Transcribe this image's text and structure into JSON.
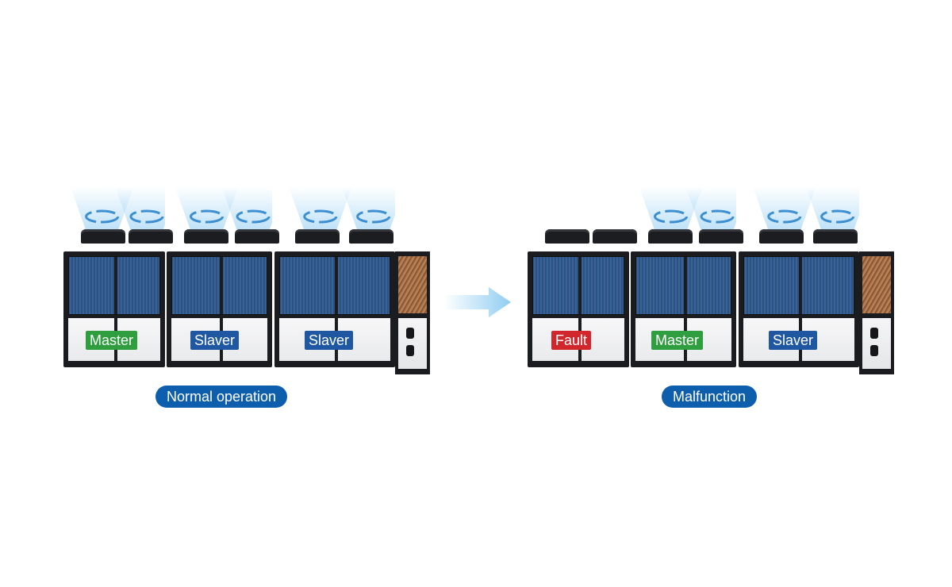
{
  "normal": {
    "caption": "Normal operation",
    "units": [
      {
        "role": "Master",
        "status": "running"
      },
      {
        "role": "Slaver",
        "status": "running"
      },
      {
        "role": "Slaver",
        "status": "running"
      }
    ]
  },
  "malfunction": {
    "caption": "Malfunction",
    "units": [
      {
        "role": "Fault",
        "status": "stopped"
      },
      {
        "role": "Master",
        "status": "running"
      },
      {
        "role": "Slaver",
        "status": "running"
      }
    ]
  },
  "colors": {
    "master": "#2e9e3f",
    "slaver": "#1f57a3",
    "fault": "#d1262b",
    "caption_bg": "#0d5fad",
    "airflow": "#a9d8f5",
    "arrow": "#8fcdf2"
  },
  "icons": {
    "airflow": "airflow-icon",
    "fan": "fan-icon",
    "arrow": "arrow-right-icon"
  }
}
